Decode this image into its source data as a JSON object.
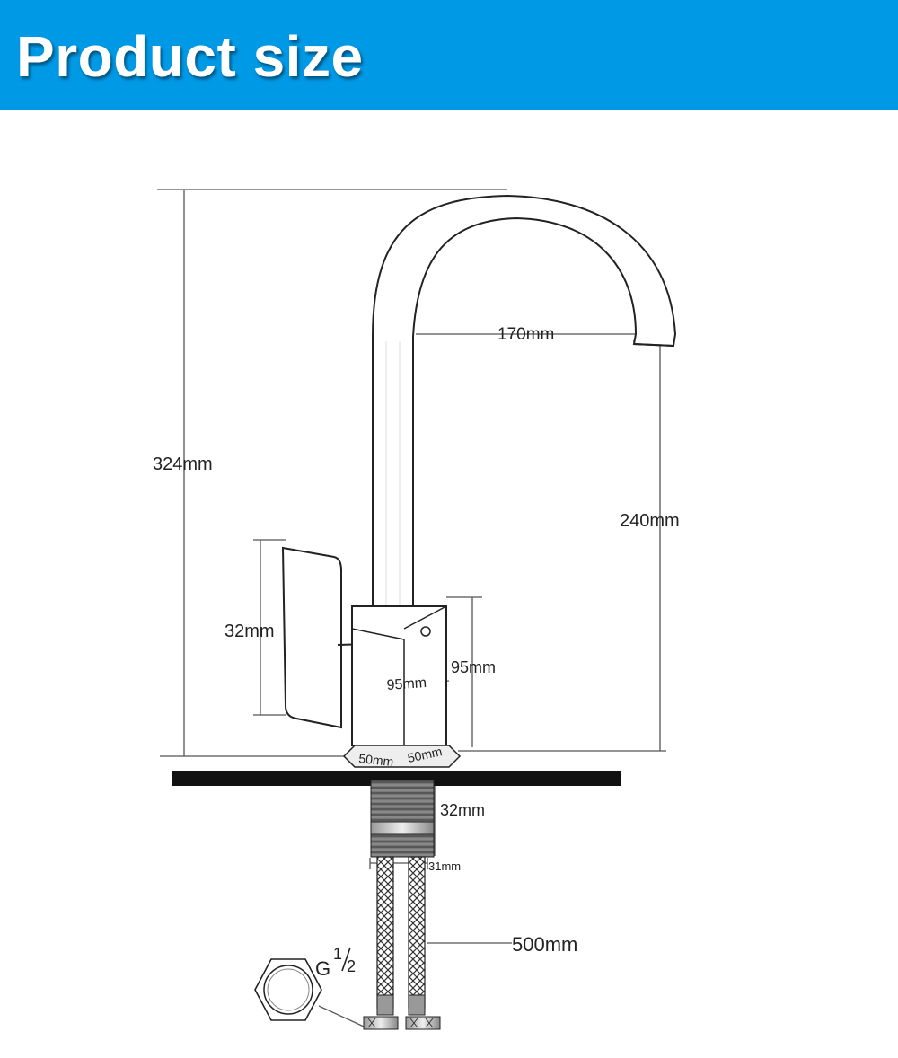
{
  "header": {
    "title": "Product size"
  },
  "colors": {
    "banner": "#0099e6",
    "title_text": "#ffffff",
    "line": "#222222",
    "dim_line": "#555555",
    "countertop": "#111111"
  },
  "dimensions": {
    "total_height": "324mm",
    "spout_reach": "170mm",
    "spout_height": "240mm",
    "handle_height": "32mm",
    "body_depth": "95mm",
    "body_height": "95mm",
    "base_width_a": "50mm",
    "base_width_b": "50mm",
    "shank_length": "32mm",
    "shank_diameter": "31mm",
    "hose_length": "500mm"
  },
  "connector": {
    "thread_prefix": "G",
    "thread_num": "1",
    "thread_den": "2"
  }
}
